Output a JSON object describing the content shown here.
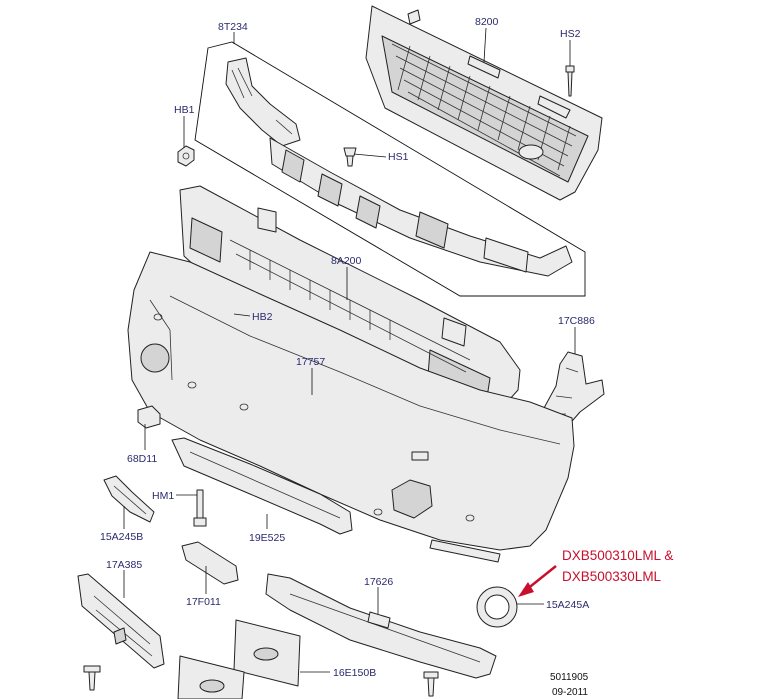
{
  "labels": {
    "grille": "8200",
    "grille_screw": "HS2",
    "bracket_beam": "8T234",
    "nut": "HB1",
    "clip": "HS1",
    "carrier": "8A200",
    "bolt_hb2": "HB2",
    "side_bracket": "17C886",
    "bumper_cover": "17757",
    "clip_68d11": "68D11",
    "stud_hm1": "HM1",
    "bracket_15a245b": "15A245B",
    "lower_trim": "19E525",
    "plate_bracket": "17A385",
    "cover_17f011": "17F011",
    "lower_strip": "17626",
    "plate_16e150b": "16E150B",
    "foglamp_ring": "15A245A"
  },
  "annotation": {
    "line1": "DXB500310LML &",
    "line2": "DXB500330LML",
    "color": "#c8102e"
  },
  "footer": {
    "diagram_id": "5011905",
    "date": "09-2011"
  }
}
